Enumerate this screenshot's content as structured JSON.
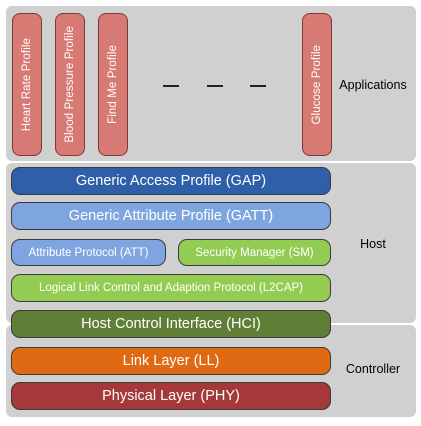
{
  "applications": {
    "label": "Applications",
    "profiles": [
      "Heart Rate Profile",
      "Blood Pressure Profile",
      "Find Me Profile",
      "Glucose Profile"
    ]
  },
  "host": {
    "label": "Host",
    "gap": "Generic Access Profile (GAP)",
    "gatt": "Generic Attribute Profile (GATT)",
    "att": "Attribute Protocol (ATT)",
    "sm": "Security Manager (SM)",
    "l2cap": "Logical Link Control and Adaption Protocol (L2CAP)",
    "hci": "Host Control Interface (HCI)"
  },
  "controller": {
    "label": "Controller",
    "ll": "Link Layer (LL)",
    "phy": "Physical Layer (PHY)"
  },
  "colors": {
    "profile": "#d77a73",
    "gap": "#2f5fa8",
    "gatt": "#7fa5e0",
    "att": "#7fa5e0",
    "sm": "#93cc52",
    "l2cap": "#93cc52",
    "hci": "#5e7f35",
    "ll": "#e06a14",
    "phy": "#a4383a"
  }
}
